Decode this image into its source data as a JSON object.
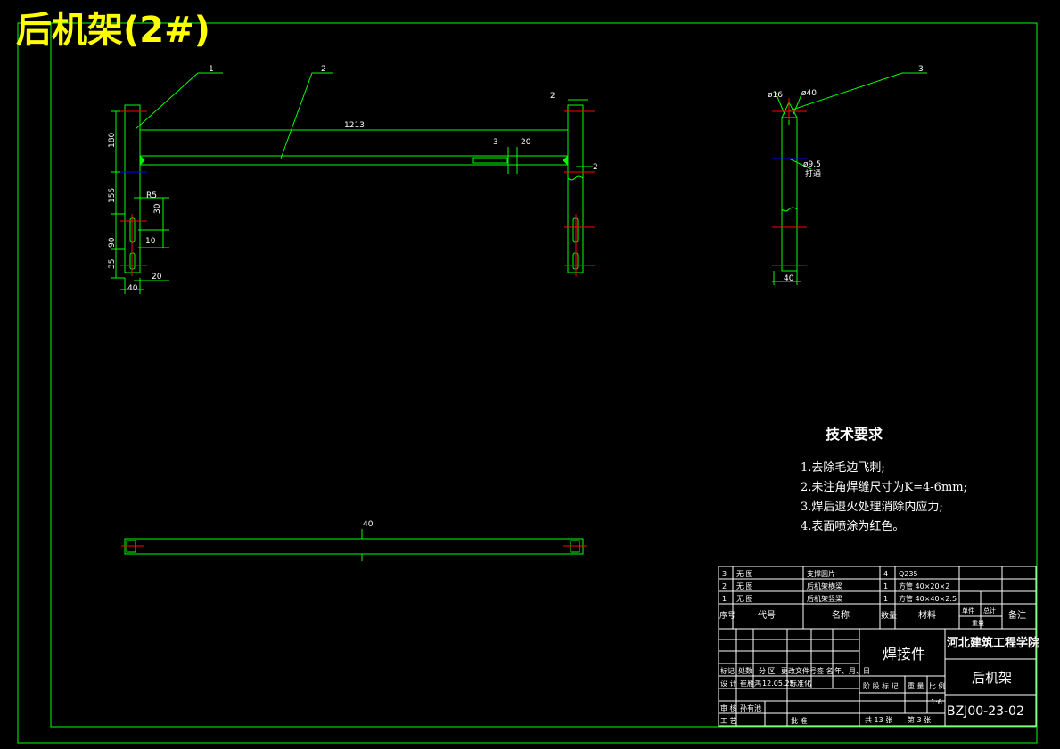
{
  "drawing_title": "后机架(2#)",
  "balloons": [
    "1",
    "2",
    "3"
  ],
  "dimensions": {
    "overall_length": "1213",
    "height_top": "180",
    "height_mid": "155",
    "height_slot": "90",
    "height_bottom": "35",
    "post_width": "40",
    "slot_offset": "20",
    "slot_radius": "R5",
    "slot_height": "30",
    "slot_width": "10",
    "right_gap_top": "2",
    "right_gap_side": "2",
    "beam_slot_gap": "3",
    "beam_slot_len": "20",
    "side_diameter_small": "ø16",
    "side_diameter_large": "ø40",
    "side_hole": "ø9.5",
    "side_hole_note": "打通",
    "side_width": "40",
    "bottom_width": "40"
  },
  "tech_requirements": {
    "title": "技术要求",
    "items": [
      "1.去除毛边飞刺;",
      "2.未注角焊缝尺寸为K=4-6mm;",
      "3.焊后退火处理消除内应力;",
      "4.表面喷涂为红色。"
    ]
  },
  "bom": {
    "rows": [
      {
        "no": "3",
        "code": "无 图",
        "name": "支撑圆片",
        "qty": "4",
        "material": "Q235"
      },
      {
        "no": "2",
        "code": "无 图",
        "name": "后机架横梁",
        "qty": "1",
        "material": "方管 40×20×2"
      },
      {
        "no": "1",
        "code": "无 图",
        "name": "后机架竖梁",
        "qty": "1",
        "material": "方管 40×40×2.5"
      }
    ],
    "headers": {
      "no": "序号",
      "code": "代号",
      "name": "名称",
      "qty": "数量",
      "material": "材料",
      "unit": "单件",
      "total": "总计",
      "weight": "重量",
      "note": "备注"
    }
  },
  "title_block": {
    "part_type": "焊接件",
    "school": "河北建筑工程学院",
    "part_name": "后机架",
    "drawing_no": "BZJ00-23-02",
    "scale": "1:6",
    "revision_row": [
      "标记",
      "处数",
      "分 区",
      "更改文件号",
      "签 名",
      "年、月、日"
    ],
    "design_label": "设 计",
    "designer": "崔雁鸿",
    "design_date": "12.05.25",
    "standard_label": "标准化",
    "stage_label": "阶 段 标 记",
    "weight_label": "重 量",
    "scale_label": "比 例",
    "review_label": "审 核",
    "reviewer": "孙有池",
    "process_label": "工 艺",
    "approve_label": "批 准",
    "total_sheets": "共 13 张",
    "sheet_no": "第 3 张"
  }
}
